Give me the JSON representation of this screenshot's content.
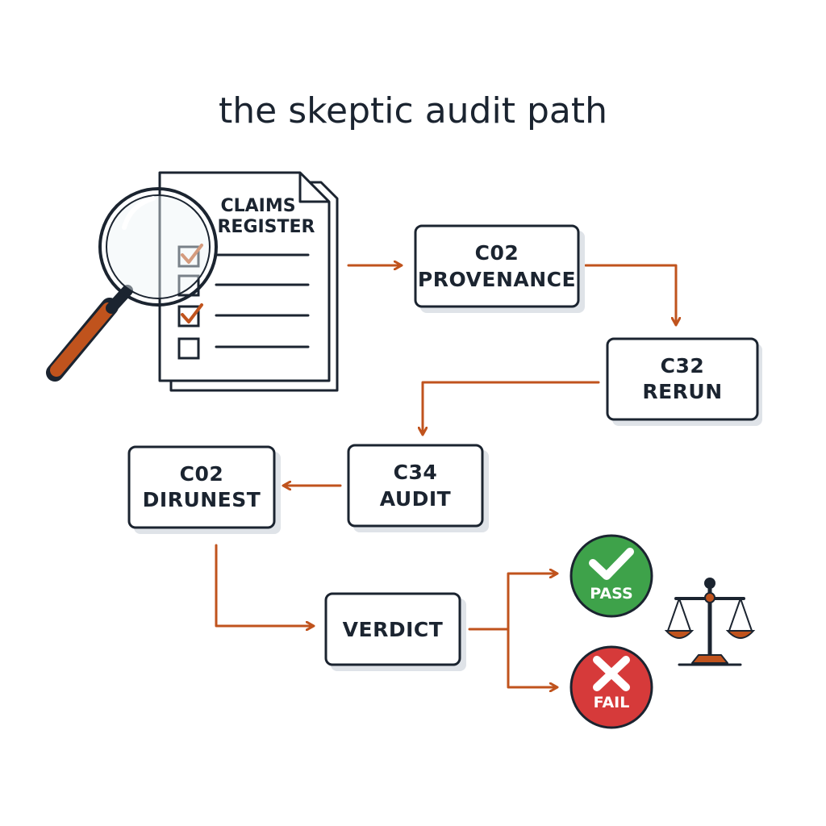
{
  "title": "the skeptic audit path",
  "colors": {
    "arrow": "#c0531d",
    "node_border": "#1b2430",
    "node_shadow": "#dfe3e8",
    "pass": "#3ea24a",
    "fail": "#d63a3a",
    "check": "#c0531d",
    "magnifier_handle": "#c0531d"
  },
  "document": {
    "label_line1": "CLAIMS",
    "label_line2": "REGISTER",
    "icon": "claims-register-document-icon",
    "magnifier_icon": "magnifying-glass-icon",
    "checklist": [
      {
        "checked": true
      },
      {
        "checked": false
      },
      {
        "checked": true
      },
      {
        "checked": false
      }
    ]
  },
  "nodes": {
    "provenance": {
      "line1": "C02",
      "line2": "PROVENANCE"
    },
    "rerun": {
      "line1": "C32",
      "line2": "RERUN"
    },
    "audit": {
      "line1": "C34",
      "line2": "AUDIT"
    },
    "dirunest": {
      "line1": "C02",
      "line2": "DIRUNEST"
    },
    "verdict": {
      "label": "VERDICT"
    }
  },
  "outcomes": {
    "pass": {
      "label": "PASS",
      "icon": "checkmark-icon"
    },
    "fail": {
      "label": "FAIL",
      "icon": "x-mark-icon"
    }
  },
  "scales_icon": "balance-scales-icon"
}
